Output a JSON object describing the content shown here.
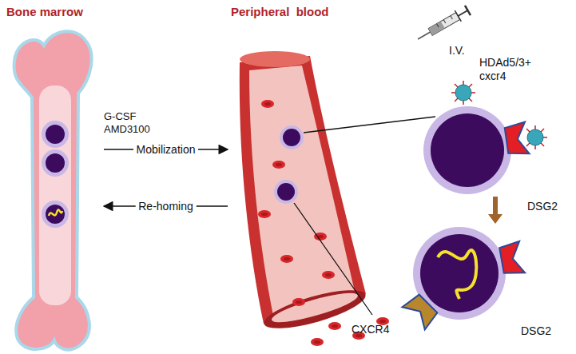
{
  "diagram": {
    "nodes": [
      {
        "text": [
          "Bone marrow"
        ]
      },
      {
        "text": [
          "Peripheral  blood"
        ]
      }
    ],
    "edges": [
      {
        "from": 0,
        "to": 1,
        "label": "Mobilization",
        "arrow": "to"
      },
      {
        "from": 1,
        "to": 0,
        "label": "Re-homing",
        "arrow": "to"
      }
    ],
    "labels": [
      "G-CSF AMD3100",
      "I.V.",
      "HDAd5/3+ cxcr4",
      "DSG2",
      "DSG2",
      "CXCR4"
    ]
  }
}
